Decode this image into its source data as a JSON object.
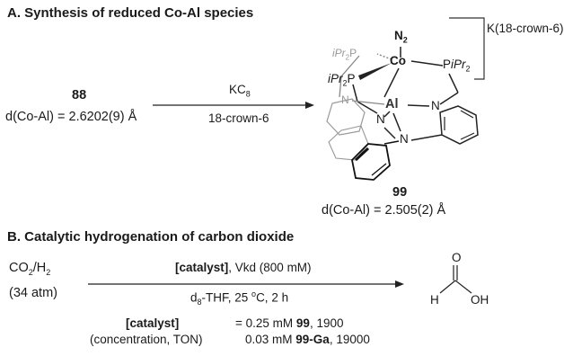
{
  "sectionA": {
    "title": "A. Synthesis of reduced Co-Al species",
    "startCompound": "88",
    "startDistance": "d(Co-Al) = 2.6202(9) Å",
    "reagentTop": "KC",
    "reagentTopSub": "8",
    "reagentBottom": "18-crown-6",
    "counterion": "K(18-crown-6)",
    "atoms": {
      "n2": "N",
      "n2sub": "2",
      "co": "Co",
      "al": "Al",
      "p_back": "iPr",
      "p_back_sub": "2",
      "p_back_el": "P",
      "p_left": "iPr",
      "p_left_sub": "2",
      "p_left_el": "P",
      "p_right_el": "P",
      "p_right": "iPr",
      "p_right_sub": "2",
      "n_back": "N",
      "n_center": "N",
      "n_lower": "N",
      "n_right": "N"
    },
    "productCompound": "99",
    "productDistance": "d(Co-Al) = 2.505(2) Å"
  },
  "sectionB": {
    "title": "B. Catalytic hydrogenation of carbon dioxide",
    "substrate": "CO",
    "substrateSub": "2",
    "substrateTail": "/H",
    "substrateSub2": "2",
    "pressure": "(34 atm)",
    "conditionsTopBold": "[catalyst]",
    "conditionsTopRest": ", Vkd (800 mM)",
    "conditionsBottomPre": "d",
    "conditionsBottomSub": "8",
    "conditionsBottomMid": "-THF, 25 ",
    "conditionsBottomSup": "o",
    "conditionsBottomPost": "C, 2 h",
    "product": {
      "o": "O",
      "h": "H",
      "oh": "OH"
    },
    "table": {
      "headerBold": "[catalyst]",
      "headerSub": "(concentration, TON)",
      "row1Pre": "= 0.25 mM ",
      "row1Bold": "99",
      "row1Post": ", 1900",
      "row2Pre": "0.03 mM ",
      "row2Bold": "99-Ga",
      "row2Post": ", 19000"
    }
  }
}
